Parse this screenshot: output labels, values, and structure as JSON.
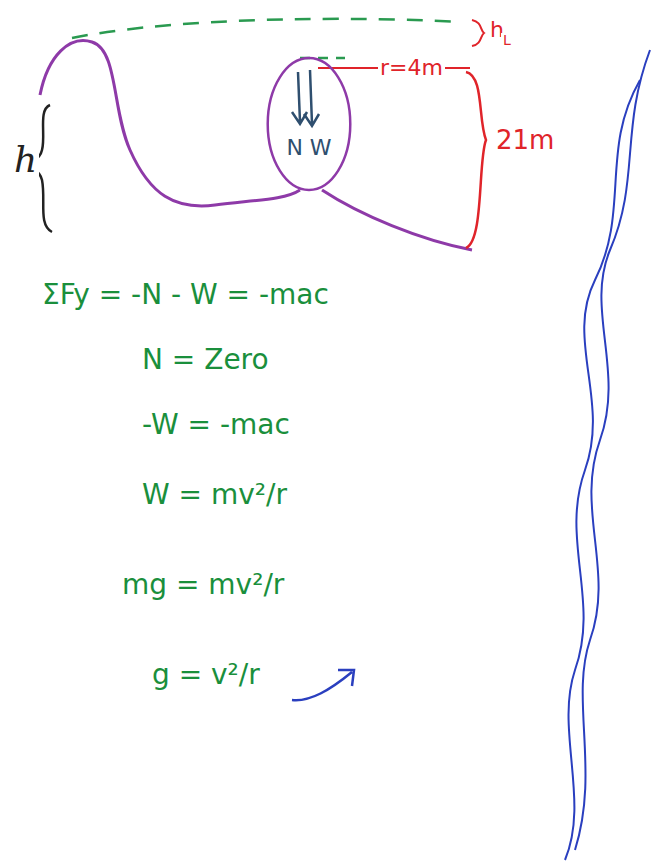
{
  "diagram": {
    "nodes": [
      {
        "text": [
          "N W"
        ]
      }
    ],
    "labels": [
      "h",
      "r=4m",
      "h",
      "L",
      "21m",
      "ΣFy = -N - W = -mac",
      "N = Zero",
      "-W = -mac",
      "W = mv²/r",
      "mg = mv²/r",
      "g = v²/r"
    ]
  }
}
